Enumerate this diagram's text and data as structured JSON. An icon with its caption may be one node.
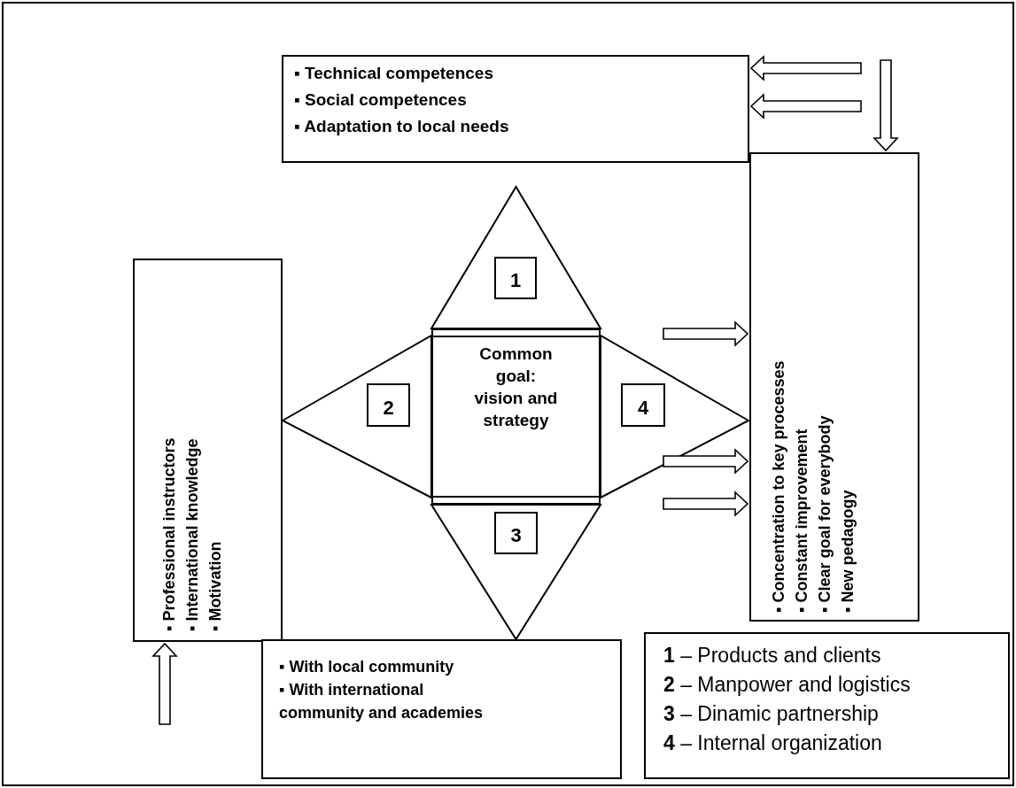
{
  "diagram": {
    "nodes": [
      {
        "text": [
          "▪ Technical competences",
          "▪ Social competences",
          "▪ Adaptation to local needs"
        ]
      },
      {
        "text": [],
        "shape": "triangle"
      },
      {
        "text": [
          "1"
        ],
        "in": 1
      },
      {
        "text": [
          "▪ Professional instructors",
          "▪ International knowledge",
          "▪ Motivation"
        ]
      },
      {
        "text": [],
        "shape": "triangle"
      },
      {
        "text": [
          "2"
        ],
        "in": 4
      },
      {
        "text": [
          "Common goal: vision and strategy"
        ]
      },
      {
        "text": [],
        "shape": "triangle"
      },
      {
        "text": [
          "4"
        ],
        "in": 7
      },
      {
        "text": [
          "▪ Concentration to key processes",
          "▪ Constant improvement",
          "▪ Clear goal for everybody",
          "▪ New pedagogy"
        ]
      },
      {
        "text": [],
        "shape": "triangle"
      },
      {
        "text": [
          "3"
        ],
        "in": 10
      },
      {
        "text": [
          "▪ With local community",
          "▪ With international community and academies"
        ]
      },
      {
        "text": [
          "**1** – Products and clients",
          "**2** – Manpower and logistics",
          "**3** – Dinamic partnership",
          "**4** – Internal organization"
        ]
      }
    ],
    "edges": [
      {
        "from": null,
        "to": 0,
        "arrow": "to"
      },
      {
        "from": null,
        "to": 0,
        "arrow": "to"
      },
      {
        "from": null,
        "to": 9,
        "arrow": "to"
      },
      {
        "from": null,
        "to": 9,
        "arrow": "to"
      },
      {
        "from": null,
        "to": 9,
        "arrow": "to"
      },
      {
        "from": null,
        "to": 9,
        "arrow": "to"
      },
      {
        "from": null,
        "to": 3,
        "arrow": "to"
      }
    ]
  }
}
